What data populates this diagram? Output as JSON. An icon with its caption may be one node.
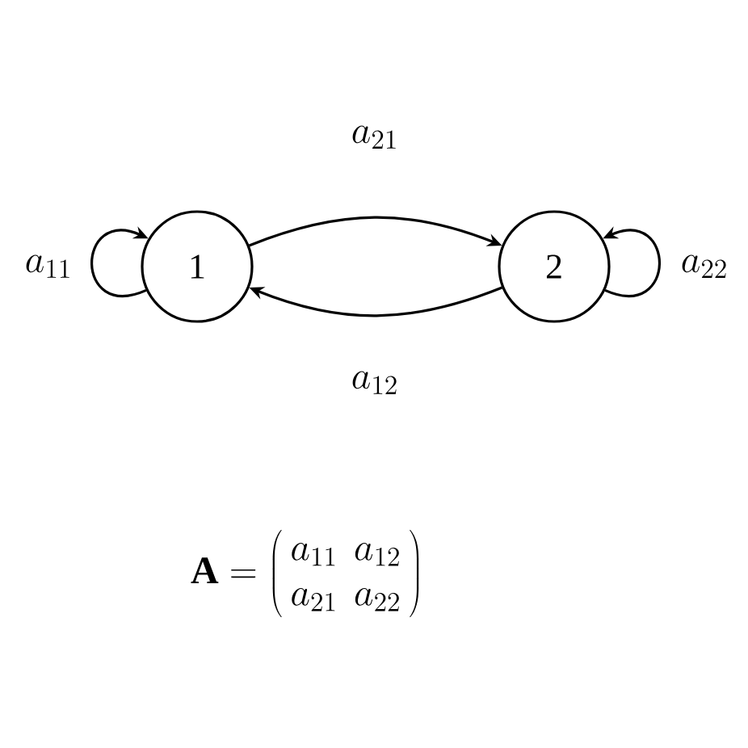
{
  "diagram": {
    "nodes": [
      {
        "text": [
          "1"
        ]
      },
      {
        "text": [
          "2"
        ]
      }
    ],
    "edges": [
      {
        "from": 0,
        "to": 1,
        "arrow": "to",
        "label": "a_{21}"
      },
      {
        "from": 1,
        "to": 0,
        "arrow": "to",
        "label": "a_{12}"
      },
      {
        "from": 0,
        "to": 0,
        "arrow": "to",
        "label": "a_{11}"
      },
      {
        "from": 1,
        "to": 1,
        "arrow": "to",
        "label": "a_{22}"
      }
    ],
    "labels": [
      "\\mathbf{A} = \\left(\\begin{array}{cc} a_{11} & a_{12} \\\\ a_{21} & a_{22} \\end{array}\\right)"
    ]
  }
}
